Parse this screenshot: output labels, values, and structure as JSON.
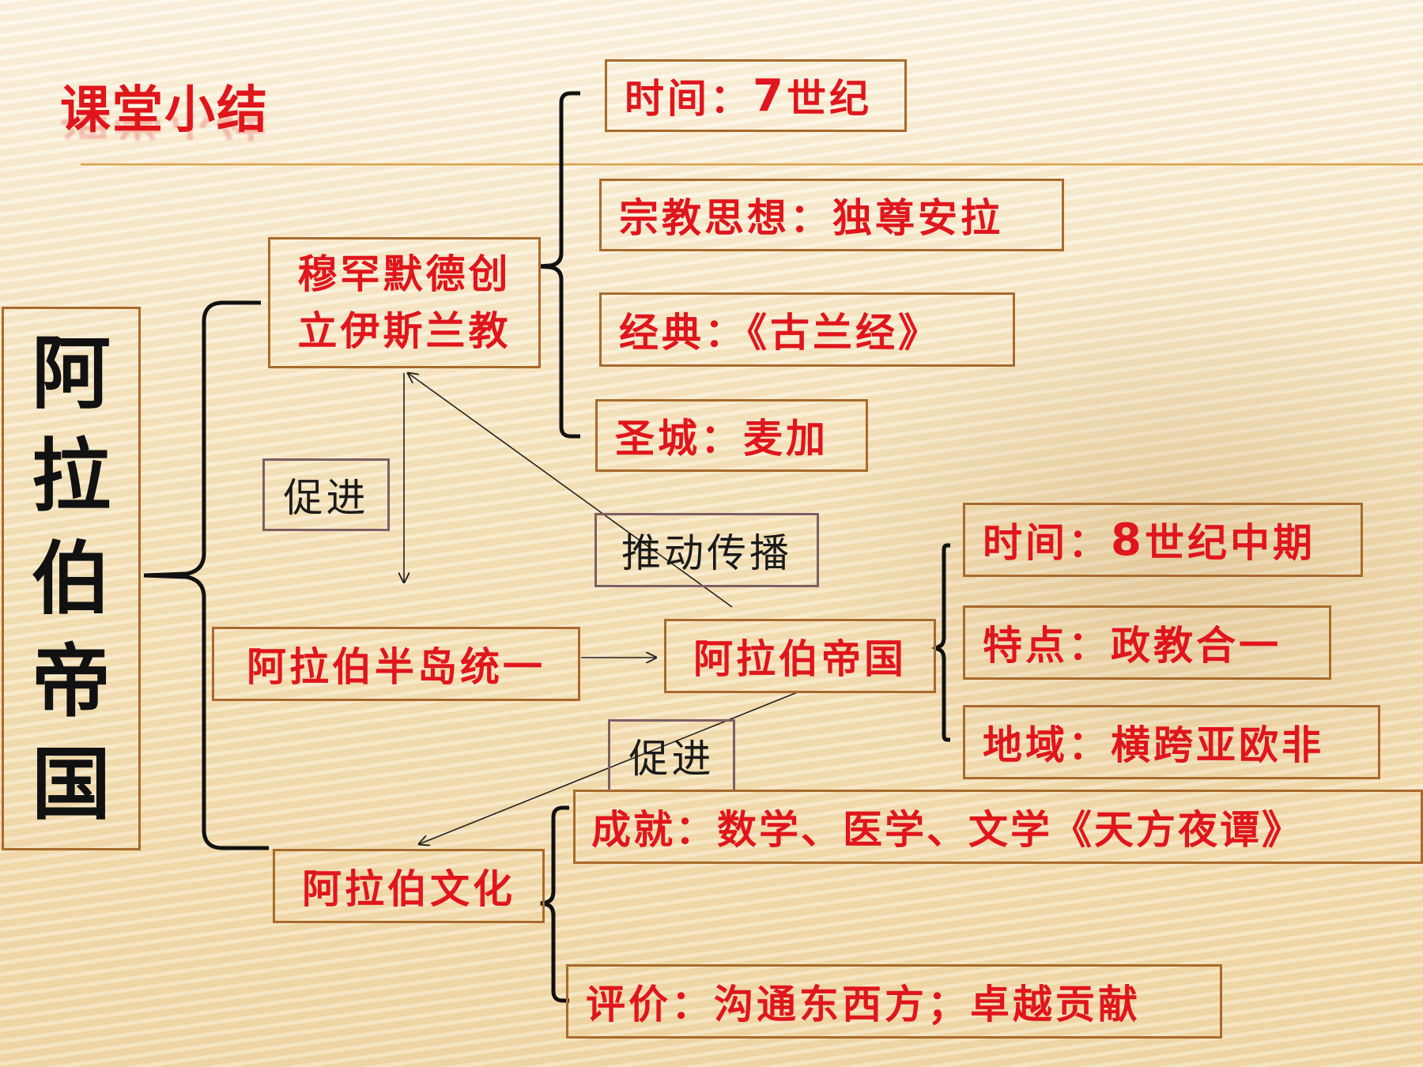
{
  "title": "课堂小结",
  "main_topic": [
    "阿",
    "拉",
    "伯",
    "帝",
    "国"
  ],
  "nodes": {
    "founding": [
      "穆罕默德创",
      "立伊斯兰教"
    ],
    "unification": "阿拉伯半岛统一",
    "empire": "阿拉伯帝国",
    "culture": "阿拉伯文化"
  },
  "link_labels": {
    "promote_1": "促进",
    "spread": "推动传播",
    "promote_2": "促进"
  },
  "islam_details": {
    "time_prefix": "时间：",
    "time_num": "7",
    "time_suffix": "世纪",
    "religion": "宗教思想：独尊安拉",
    "classic": "经典：《古兰经》",
    "holy_city": "圣城：麦加"
  },
  "empire_details": {
    "time_prefix": "时间：",
    "time_num": "8",
    "time_suffix": "世纪中期",
    "feature": "特点：政教合一",
    "territory": "地域：横跨亚欧非"
  },
  "culture_details": {
    "achievement": "成就：数学、医学、文学《天方夜谭》",
    "evaluation": "评价：沟通东西方；卓越贡献"
  }
}
